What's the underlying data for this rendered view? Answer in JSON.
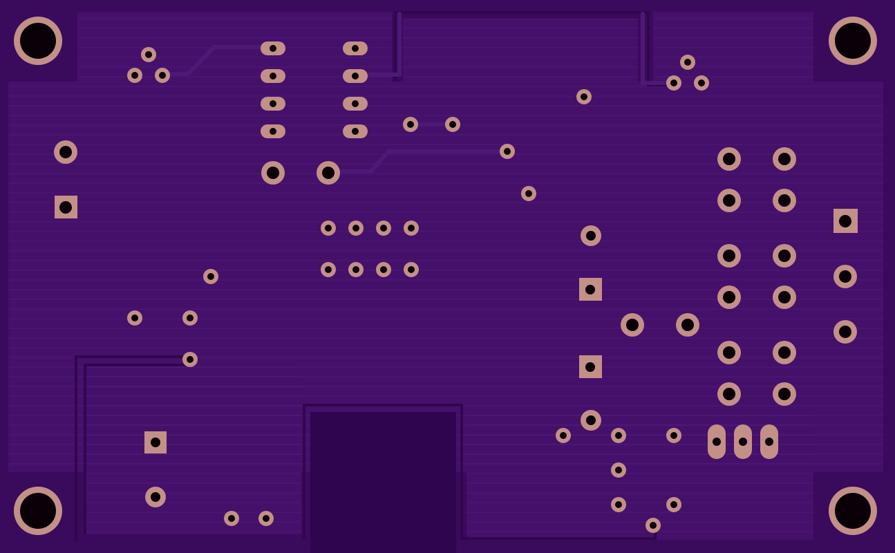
{
  "board": {
    "colors": {
      "substrate": "#3a0a5c",
      "copper_pour": "#45106a",
      "copper_edge": "#4e1877",
      "hatch": "#5a2585",
      "trace": "#4a1470",
      "trace_edge": "#31064e",
      "pad": "#c39088",
      "hole": "#0a0008",
      "keepout": "#2f0550"
    },
    "mounting_hole_count": 4,
    "component_groups": [
      "header-pins",
      "oval-pads-left",
      "oval-pads-right",
      "via-grid",
      "tht-pad-matrix",
      "vertical-oval-triplet"
    ]
  }
}
